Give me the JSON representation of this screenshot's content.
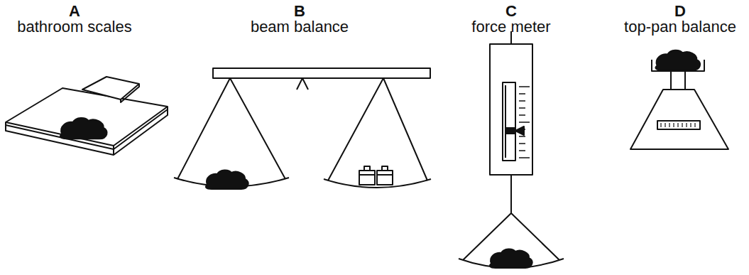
{
  "diagram": {
    "labels": [
      "A",
      "bathroom scales",
      "B",
      "beam balance",
      "C",
      "force meter",
      "D",
      "top-pan balance"
    ]
  }
}
